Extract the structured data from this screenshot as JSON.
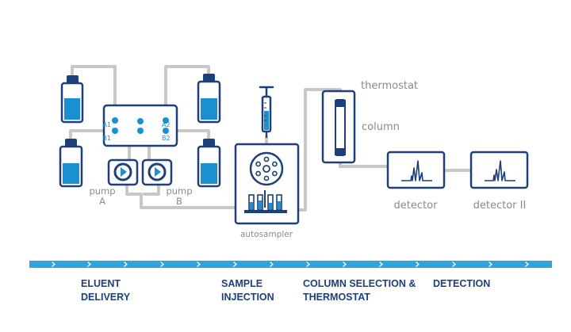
{
  "labels": {
    "valve_ports": [
      "A1",
      "A2",
      "B1",
      "B2"
    ],
    "pump_left": [
      "pump",
      "A"
    ],
    "pump_right": [
      "pump",
      "B"
    ],
    "autosampler": "autosampler",
    "thermostat": "thermostat",
    "column": "column",
    "detector": "detector",
    "detector_2": "detector II"
  },
  "stages": [
    {
      "line1": "ELUENT",
      "line2": "DELIVERY"
    },
    {
      "line1": "SAMPLE",
      "line2": "INJECTION"
    },
    {
      "line1": "COLUMN SELECTION &",
      "line2": "THERMOSTAT"
    },
    {
      "line1": "DETECTION",
      "line2": ""
    }
  ],
  "colors": {
    "navy": "#1d3f7a",
    "blue": "#1a8fd1",
    "tube": "#c8c8c8",
    "bar": "#2aa6dc"
  }
}
